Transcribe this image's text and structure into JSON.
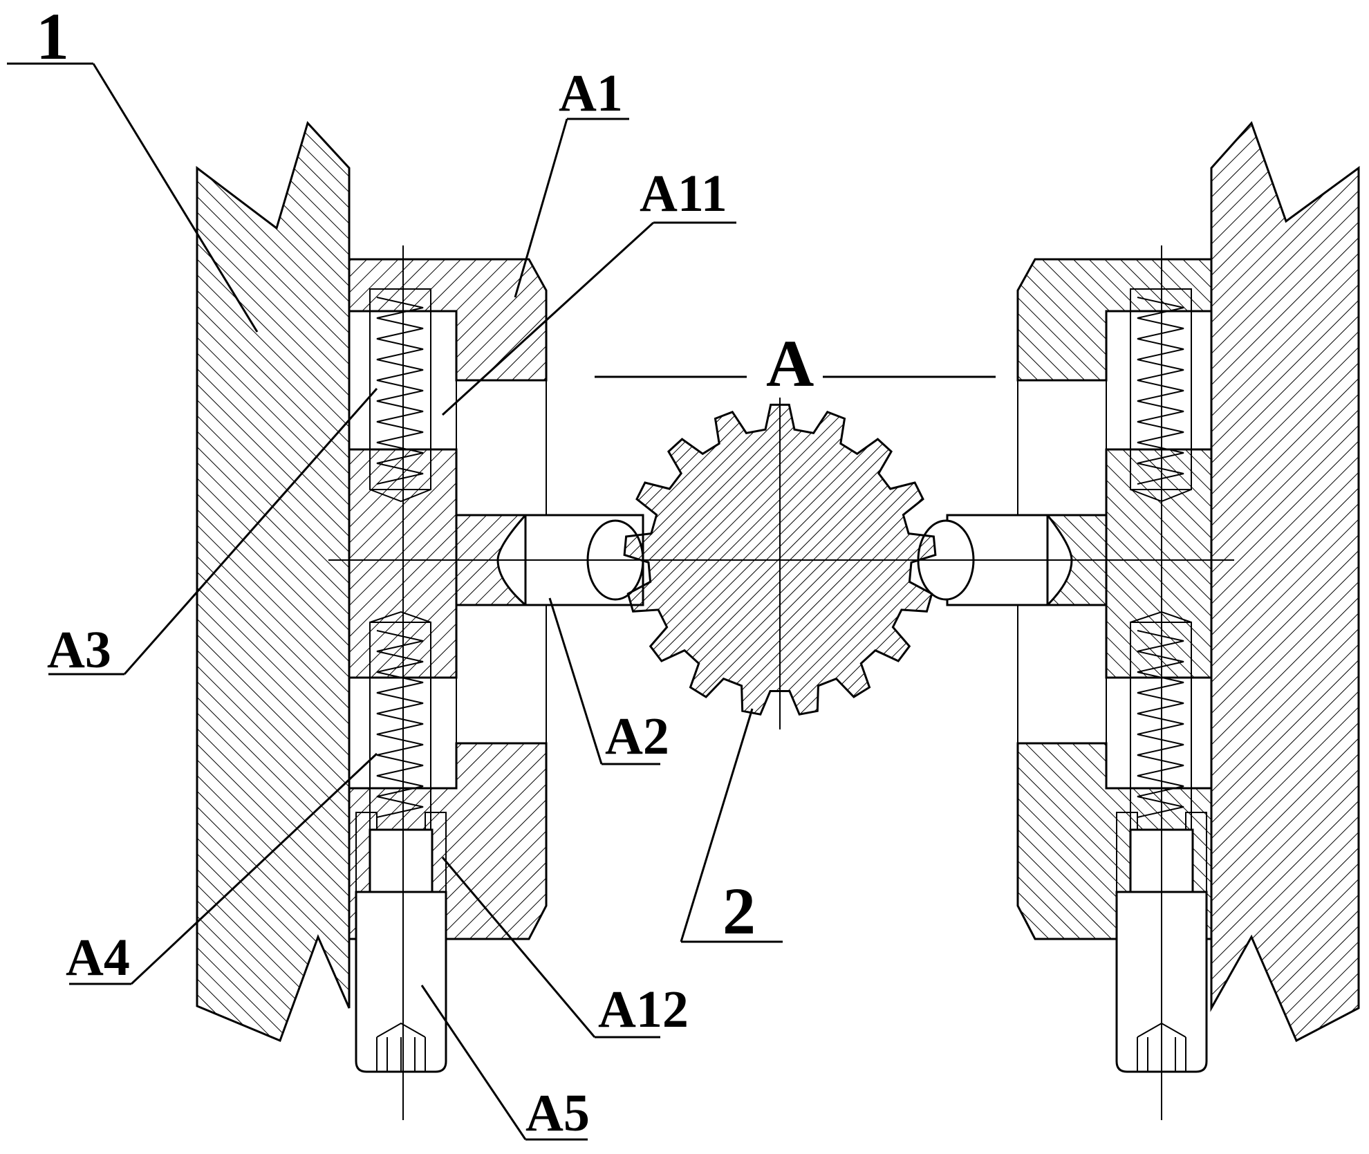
{
  "labels": {
    "part_1": "1",
    "part_2": "2",
    "section": "A",
    "a1": "A1",
    "a11": "A11",
    "a3": "A3",
    "a2": "A2",
    "a4": "A4",
    "a12": "A12",
    "a5": "A5"
  },
  "colors": {
    "line": "#000000",
    "background": "#ffffff"
  }
}
